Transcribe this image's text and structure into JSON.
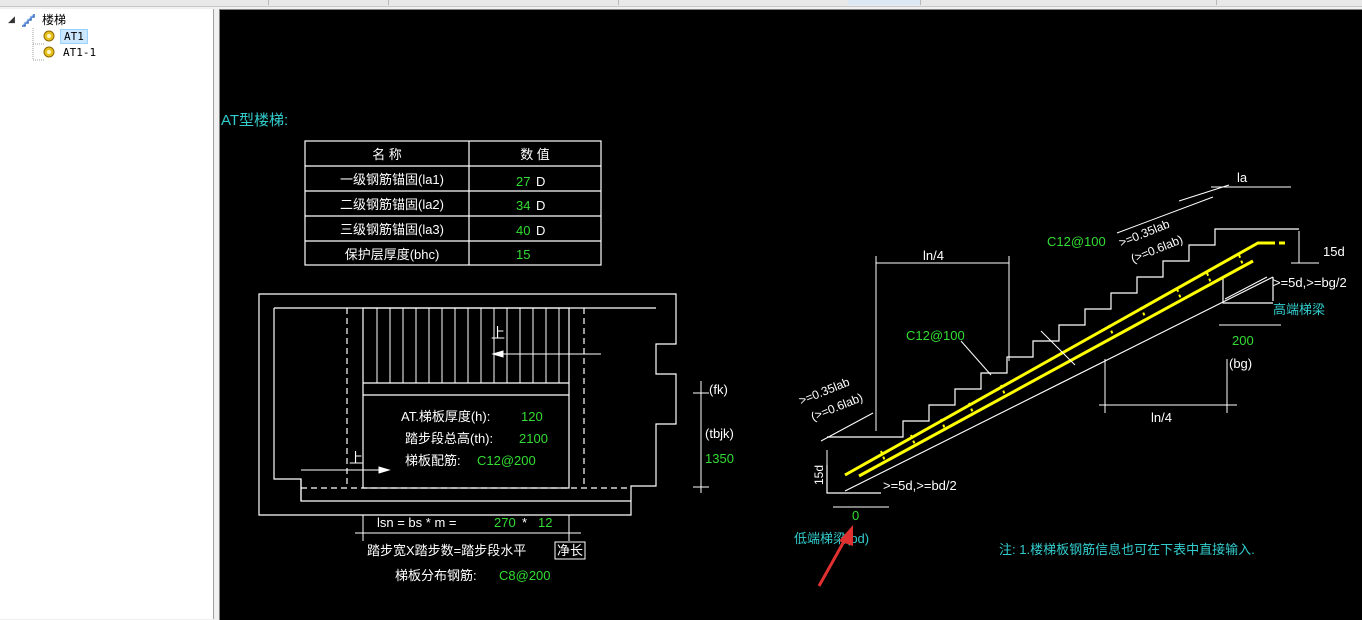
{
  "tree": {
    "root_label": "楼梯",
    "items": [
      {
        "label": "AT1",
        "selected": true
      },
      {
        "label": "AT1-1",
        "selected": false
      }
    ]
  },
  "drawing": {
    "title": "AT型楼梯:",
    "table": {
      "headers": [
        "名  称",
        "数  值"
      ],
      "rows": [
        {
          "name": "一级钢筋锚固(la1)",
          "value": "27",
          "unit": "D"
        },
        {
          "name": "二级钢筋锚固(la2)",
          "value": "34",
          "unit": "D"
        },
        {
          "name": "三级钢筋锚固(la3)",
          "value": "40",
          "unit": "D"
        },
        {
          "name": "保护层厚度(bhc)",
          "value": "15",
          "unit": ""
        }
      ]
    },
    "plan": {
      "up_label_1": "上",
      "up_label_2": "上",
      "thickness_label": "AT.梯板厚度(h):",
      "thickness_value": "120",
      "height_label": "踏步段总高(th):",
      "height_value": "2100",
      "rebar_label": "梯板配筋:",
      "rebar_value": "C12@200",
      "fk_label": "(fk)",
      "tbjk_label": "(tbjk)",
      "tbjk_value": "1350",
      "lsn_label": "lsn = bs * m =",
      "bs_value": "270",
      "star": "*",
      "m_value": "12",
      "note_line_a": "踏步宽X踏步数=踏步段水平",
      "note_line_b": "净长",
      "dist_label": "梯板分布钢筋:",
      "dist_value": "C8@200"
    },
    "section": {
      "la_label": "la",
      "lab_upper_1": ">=0.35lab",
      "lab_upper_2": "(>=0.6lab)",
      "rebar_upper": "C12@100",
      "ln4_upper": "ln/4",
      "d15_right": "15d",
      "d5_right": ">=5d,>=bg/2",
      "high_beam": "高端梯梁",
      "bg_value": "200",
      "bg_label": "(bg)",
      "rebar_lower": "C12@100",
      "lab_lower_1": ">=0.35lab",
      "lab_lower_2": "(>=0.6lab)",
      "ln4_lower": "ln/4",
      "d15_left": "15d",
      "d5_left": ">=5d,>=bd/2",
      "bd_value": "0",
      "low_beam": "低端梯梁(bd)",
      "note": "注: 1.楼梯板钢筋信息也可在下表中直接输入."
    },
    "colors": {
      "background": "#000000",
      "line": "#ffffff",
      "green": "#33dd33",
      "cyan": "#33cccc",
      "yellow": "#ffff00",
      "red": "#e03030"
    }
  }
}
